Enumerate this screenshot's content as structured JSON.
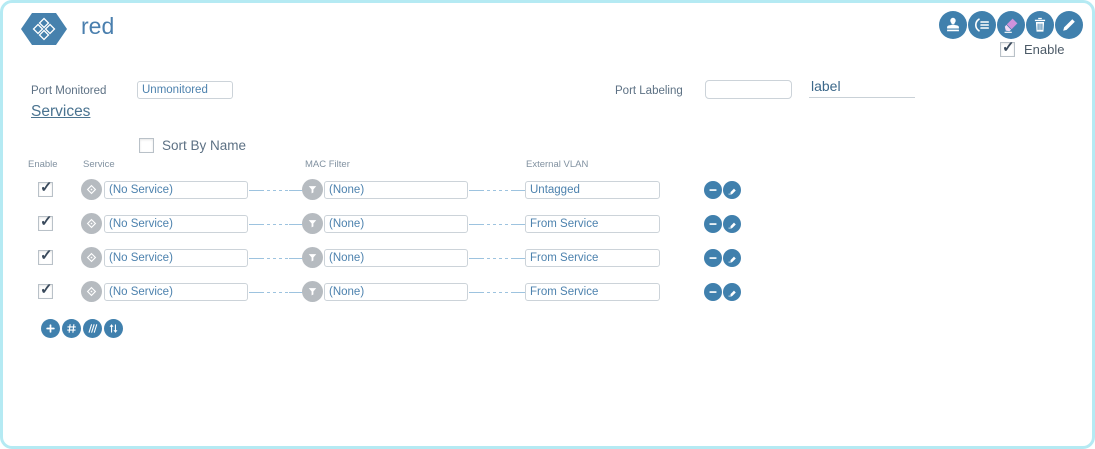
{
  "colors": {
    "accent_blue": "#4080ad",
    "title_blue": "#4a7fae",
    "field_text_blue": "#4d82ae",
    "label_gray": "#5d7184",
    "column_header_gray": "#8191a0",
    "outer_border_cyan": "#b5eaf3",
    "connector_blue": "#9dc3df",
    "muted_icon_gray": "#b6bbc0",
    "highlighter_pink": "#cf92dc"
  },
  "header": {
    "badge_icon": "hexagon-lattice-icon",
    "title": "red",
    "toolbar_icons": [
      "stamp-icon",
      "list-icon",
      "highlighter-icon",
      "trash-icon",
      "pencil-icon"
    ],
    "enable": {
      "label": "Enable",
      "checked": true
    }
  },
  "port_settings": {
    "port_monitored": {
      "label": "Port Monitored",
      "value": "Unmonitored"
    },
    "port_labeling": {
      "label": "Port Labeling",
      "value": "",
      "label_field_value": "label"
    }
  },
  "services": {
    "section_title": "Services",
    "sort_by_name": {
      "label": "Sort By Name",
      "checked": false
    },
    "columns": {
      "enable": "Enable",
      "service": "Service",
      "mac_filter": "MAC Filter",
      "external_vlan": "External VLAN"
    },
    "rows": [
      {
        "enabled": true,
        "service": "(No Service)",
        "mac_filter": "(None)",
        "external_vlan": "Untagged"
      },
      {
        "enabled": true,
        "service": "(No Service)",
        "mac_filter": "(None)",
        "external_vlan": "From Service"
      },
      {
        "enabled": true,
        "service": "(No Service)",
        "mac_filter": "(None)",
        "external_vlan": "From Service"
      },
      {
        "enabled": true,
        "service": "(No Service)",
        "mac_filter": "(None)",
        "external_vlan": "From Service"
      }
    ],
    "row_action_icons": [
      "minus-icon",
      "eraser-icon"
    ],
    "toolbar_icons": [
      "plus-icon",
      "hash-icon",
      "slashes-icon",
      "up-down-arrows-icon"
    ]
  }
}
